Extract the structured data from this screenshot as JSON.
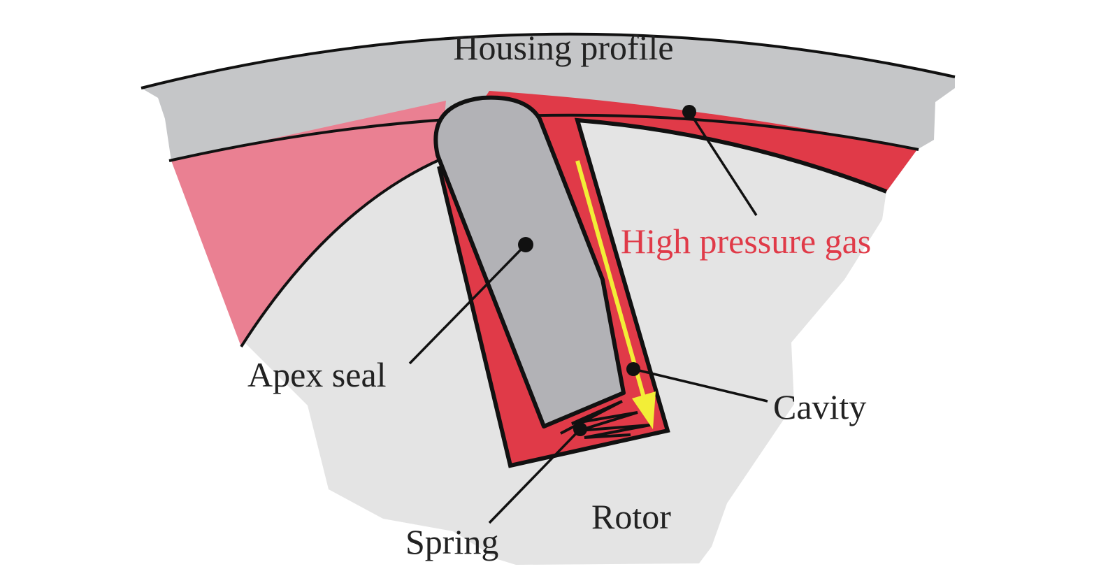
{
  "labels": {
    "housing": "Housing profile",
    "gas": "High pressure gas",
    "seal": "Apex seal",
    "cavity": "Cavity",
    "spring": "Spring",
    "rotor": "Rotor"
  },
  "colors": {
    "housing": "#c5c6c8",
    "rotor": "#e4e4e4",
    "gas": "#e03a48",
    "gas_light": "#ea8092",
    "seal": "#b2b2b6",
    "arrow": "#f2ee37",
    "outline": "#111111"
  }
}
